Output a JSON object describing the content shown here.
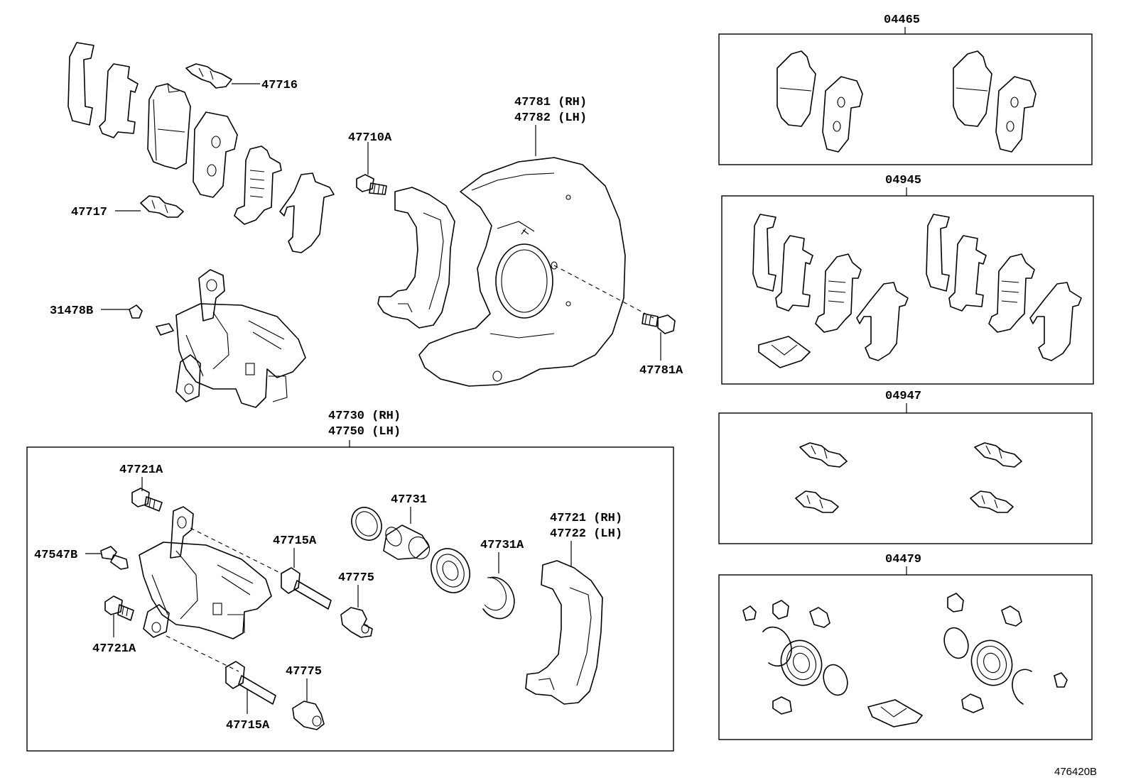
{
  "diagram_id": "476420B",
  "labels": {
    "p47716": "47716",
    "p47717": "47717",
    "p47710A": "47710A",
    "p47781_rh": "47781 (RH)",
    "p47782_lh": "47782 (LH)",
    "p31478B": "31478B",
    "p47781A": "47781A",
    "p47730_rh": "47730 (RH)",
    "p47750_lh": "47750 (LH)",
    "p47721A_top": "47721A",
    "p47547B": "47547B",
    "p47721A_bot": "47721A",
    "p47715A_top": "47715A",
    "p47715A_bot": "47715A",
    "p47775_top": "47775",
    "p47775_bot": "47775",
    "p47731": "47731",
    "p47731A": "47731A",
    "p47721_rh": "47721 (RH)",
    "p47722_lh": "47722 (LH)"
  },
  "kits": {
    "k04465": "04465",
    "k04945": "04945",
    "k04947": "04947",
    "k04479": "04479"
  }
}
